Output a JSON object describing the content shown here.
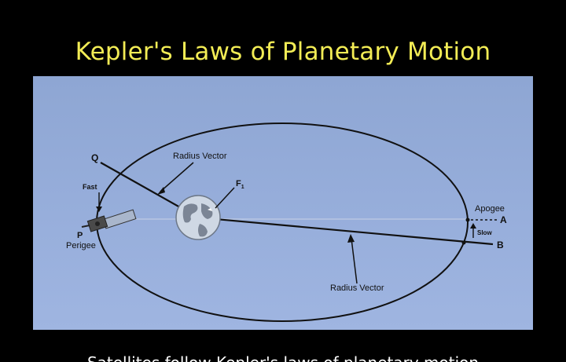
{
  "title": "Kepler's Laws of Planetary Motion",
  "caption": "Satellites follow Kepler's laws of planetary motion",
  "diagram": {
    "labels": {
      "q": "Q",
      "radius_vector_top": "Radius Vector",
      "f1": "F",
      "f1_sub": "1",
      "fast": "Fast",
      "p": "P",
      "perigee": "Perigee",
      "apogee": "Apogee",
      "a": "A",
      "slow": "Slow",
      "b": "B",
      "radius_vector_bottom": "Radius Vector"
    },
    "colors": {
      "orbit": "#111111",
      "earth": "#cfd8e4",
      "satellite": "#4a4a4a",
      "background": "#93aad7"
    },
    "icons": [
      "earth-globe-icon",
      "satellite-icon"
    ]
  }
}
